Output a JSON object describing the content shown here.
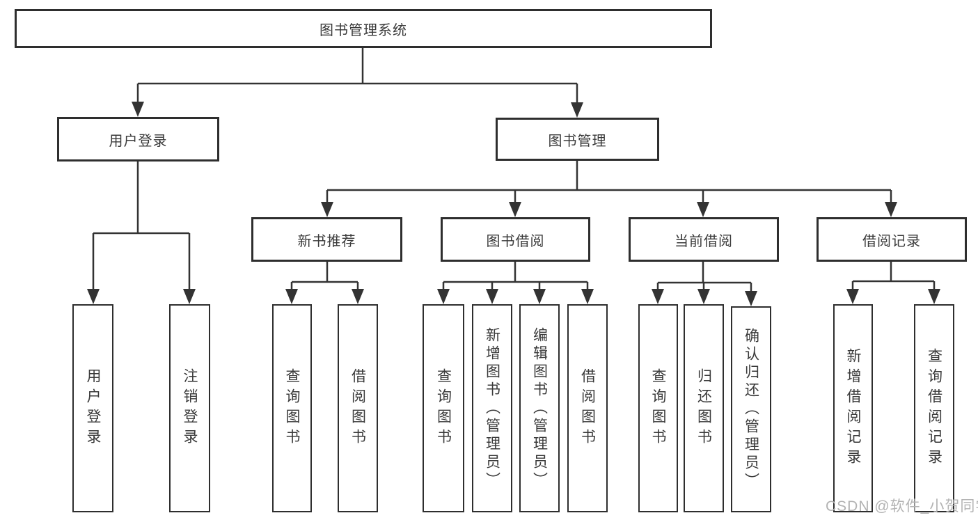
{
  "diagram": {
    "type": "hierarchy-tree",
    "title": "图书管理系统",
    "colors": {
      "line": "#333333",
      "box_border": "#2e2e2e",
      "box_fill": "#ffffff",
      "text": "#3a3a3a",
      "watermark_text": "#b3b3b3",
      "background": "#ffffff"
    },
    "nodes": {
      "root": {
        "label": "图书管理系统"
      },
      "user_login": {
        "label": "用户登录"
      },
      "book_mgmt": {
        "label": "图书管理"
      },
      "new_book_rec": {
        "label": "新书推荐"
      },
      "book_borrow": {
        "label": "图书借阅"
      },
      "current_borrow": {
        "label": "当前借阅"
      },
      "borrow_record": {
        "label": "借阅记录"
      },
      "leaf_user_login": {
        "label": "用户登录"
      },
      "leaf_logout": {
        "label": "注销登录"
      },
      "leaf_rec_query": {
        "label": "查询图书"
      },
      "leaf_rec_borrow": {
        "label": "借阅图书"
      },
      "leaf_bb_query": {
        "label": "查询图书"
      },
      "leaf_bb_add": {
        "label": "新增图书（管理员）"
      },
      "leaf_bb_edit": {
        "label": "编辑图书（管理员）"
      },
      "leaf_bb_borrow": {
        "label": "借阅图书"
      },
      "leaf_cb_query": {
        "label": "查询图书"
      },
      "leaf_cb_return": {
        "label": "归还图书"
      },
      "leaf_cb_confirm": {
        "label": "确认归还（管理员）"
      },
      "leaf_br_add": {
        "label": "新增借阅记录"
      },
      "leaf_br_query": {
        "label": "查询借阅记录"
      }
    },
    "edges": [
      [
        "root",
        "user_login"
      ],
      [
        "root",
        "book_mgmt"
      ],
      [
        "user_login",
        "leaf_user_login"
      ],
      [
        "user_login",
        "leaf_logout"
      ],
      [
        "book_mgmt",
        "new_book_rec"
      ],
      [
        "book_mgmt",
        "book_borrow"
      ],
      [
        "book_mgmt",
        "current_borrow"
      ],
      [
        "book_mgmt",
        "borrow_record"
      ],
      [
        "new_book_rec",
        "leaf_rec_query"
      ],
      [
        "new_book_rec",
        "leaf_rec_borrow"
      ],
      [
        "book_borrow",
        "leaf_bb_query"
      ],
      [
        "book_borrow",
        "leaf_bb_add"
      ],
      [
        "book_borrow",
        "leaf_bb_edit"
      ],
      [
        "book_borrow",
        "leaf_bb_borrow"
      ],
      [
        "current_borrow",
        "leaf_cb_query"
      ],
      [
        "current_borrow",
        "leaf_cb_return"
      ],
      [
        "current_borrow",
        "leaf_cb_confirm"
      ],
      [
        "borrow_record",
        "leaf_br_add"
      ],
      [
        "borrow_record",
        "leaf_br_query"
      ]
    ],
    "watermark": "CSDN @软件_小贺同学"
  }
}
